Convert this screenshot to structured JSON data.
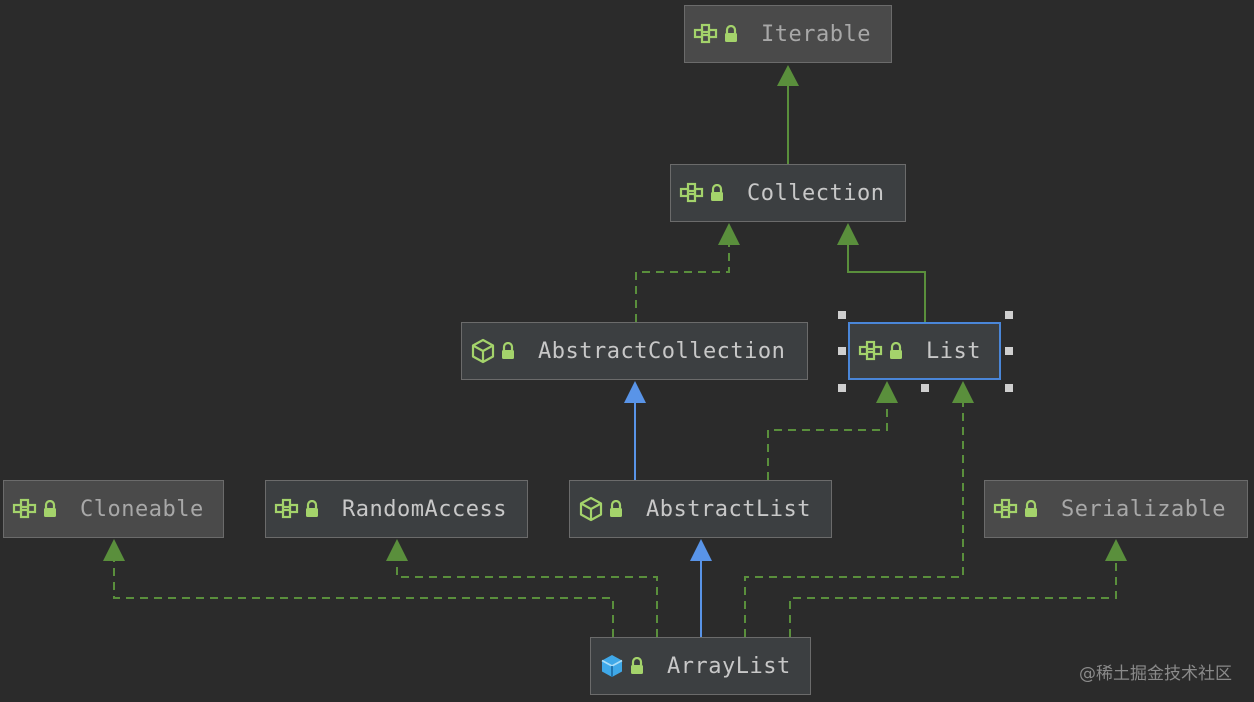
{
  "nodes": {
    "iterable": {
      "label": "Iterable",
      "kind": "interface"
    },
    "collection": {
      "label": "Collection",
      "kind": "interface"
    },
    "abstract_collection": {
      "label": "AbstractCollection",
      "kind": "abstract-class"
    },
    "list": {
      "label": "List",
      "kind": "interface"
    },
    "cloneable": {
      "label": "Cloneable",
      "kind": "interface"
    },
    "random_access": {
      "label": "RandomAccess",
      "kind": "interface"
    },
    "abstract_list": {
      "label": "AbstractList",
      "kind": "abstract-class"
    },
    "serializable": {
      "label": "Serializable",
      "kind": "interface"
    },
    "array_list": {
      "label": "ArrayList",
      "kind": "class"
    }
  },
  "edges": [
    {
      "from": "collection",
      "to": "iterable",
      "type": "extends-interface"
    },
    {
      "from": "abstract_collection",
      "to": "collection",
      "type": "implements"
    },
    {
      "from": "list",
      "to": "collection",
      "type": "extends-interface"
    },
    {
      "from": "abstract_list",
      "to": "abstract_collection",
      "type": "extends-class"
    },
    {
      "from": "abstract_list",
      "to": "list",
      "type": "implements"
    },
    {
      "from": "array_list",
      "to": "abstract_list",
      "type": "extends-class"
    },
    {
      "from": "array_list",
      "to": "list",
      "type": "implements"
    },
    {
      "from": "array_list",
      "to": "cloneable",
      "type": "implements"
    },
    {
      "from": "array_list",
      "to": "random_access",
      "type": "implements"
    },
    {
      "from": "array_list",
      "to": "serializable",
      "type": "implements"
    }
  ],
  "selected_node": "list",
  "colors": {
    "background": "#2b2b2b",
    "node_fill": "#3c3f41",
    "node_border": "#6b6b6b",
    "selection": "#4a86d8",
    "edge_green": "#5a8f3c",
    "edge_blue": "#5994e8",
    "interface_icon": "#a4d36b",
    "class_icon": "#3fa8e8"
  },
  "icons": {
    "interface": "interface-icon",
    "abstract_class": "abstract-class-icon",
    "class": "class-icon",
    "lock": "lock-icon"
  },
  "watermark": "@稀土掘金技术社区"
}
